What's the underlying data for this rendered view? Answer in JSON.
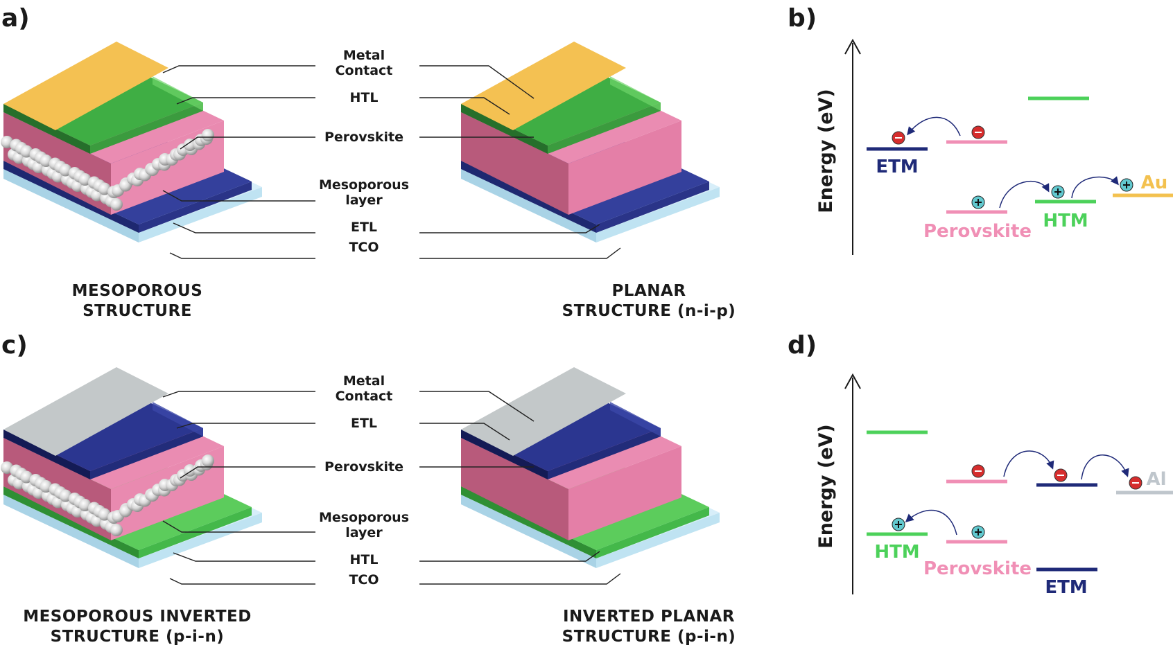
{
  "panels": {
    "a": "a)",
    "b": "b)",
    "c": "c)",
    "d": "d)"
  },
  "labels_top": {
    "metal": [
      "Metal",
      "Contact"
    ],
    "htl": "HTL",
    "perovskite": "Perovskite",
    "meso": [
      "Mesoporous",
      "layer"
    ],
    "etl": "ETL",
    "tco": "TCO"
  },
  "labels_bottom": {
    "metal": [
      "Metal",
      "Contact"
    ],
    "etl": "ETL",
    "perovskite": "Perovskite",
    "meso": [
      "Mesoporous",
      "layer"
    ],
    "htl": "HTL",
    "tco": "TCO"
  },
  "captions": {
    "a_left": [
      "MESOPOROUS",
      "STRUCTURE"
    ],
    "a_right": [
      "PLANAR",
      "STRUCTURE (n-i-p)"
    ],
    "c_left": [
      "MESOPOROUS INVERTED",
      "STRUCTURE (p-i-n)"
    ],
    "c_right": [
      "INVERTED PLANAR",
      "STRUCTURE (p-i-n)"
    ]
  },
  "energy_b": {
    "axis_label": "Energy (eV)",
    "levels": [
      {
        "label": "ETM",
        "color": "#1f2a78"
      },
      {
        "label": "Perovskite",
        "color": "#f08fb5"
      },
      {
        "label": "HTM",
        "color": "#4cd15a"
      },
      {
        "label": "Au",
        "color": "#f3c14f"
      }
    ]
  },
  "energy_d": {
    "axis_label": "Energy (eV)",
    "levels": [
      {
        "label": "HTM",
        "color": "#4cd15a"
      },
      {
        "label": "Perovskite",
        "color": "#f08fb5"
      },
      {
        "label": "ETM",
        "color": "#1f2a78"
      },
      {
        "label": "Al",
        "color": "#bfc6cc"
      }
    ]
  },
  "colors": {
    "gold": "#f4c050",
    "green": "#3fae3f",
    "pink": "#e97fa6",
    "blue": "#2b3690",
    "tco": "#cdeaf8",
    "grey": "#c3c8c9"
  }
}
